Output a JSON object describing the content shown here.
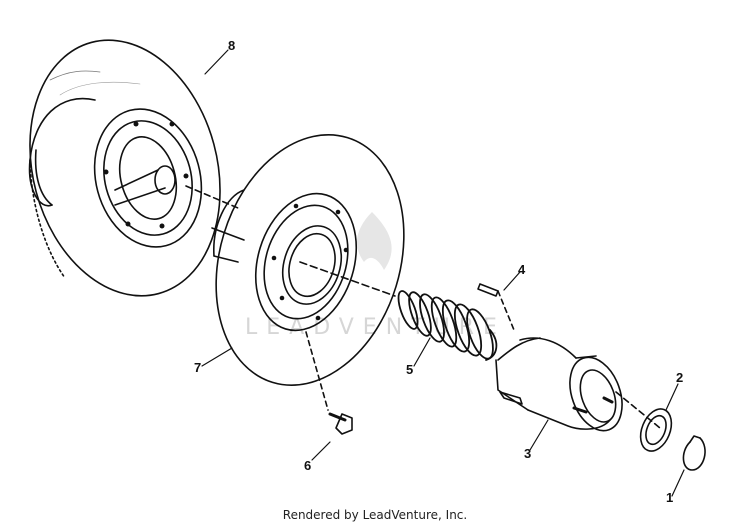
{
  "diagram": {
    "callouts": [
      {
        "id": "p8",
        "label": "8"
      },
      {
        "id": "p7",
        "label": "7"
      },
      {
        "id": "p6",
        "label": "6"
      },
      {
        "id": "p5",
        "label": "5"
      },
      {
        "id": "p4",
        "label": "4"
      },
      {
        "id": "p3",
        "label": "3"
      },
      {
        "id": "p2",
        "label": "2"
      },
      {
        "id": "p1",
        "label": "1"
      }
    ],
    "watermark": "LEADVENTURE",
    "footer": "Rendered by LeadVenture, Inc."
  },
  "colors": {
    "line": "#111111",
    "watermark": "#d6d6d6"
  }
}
